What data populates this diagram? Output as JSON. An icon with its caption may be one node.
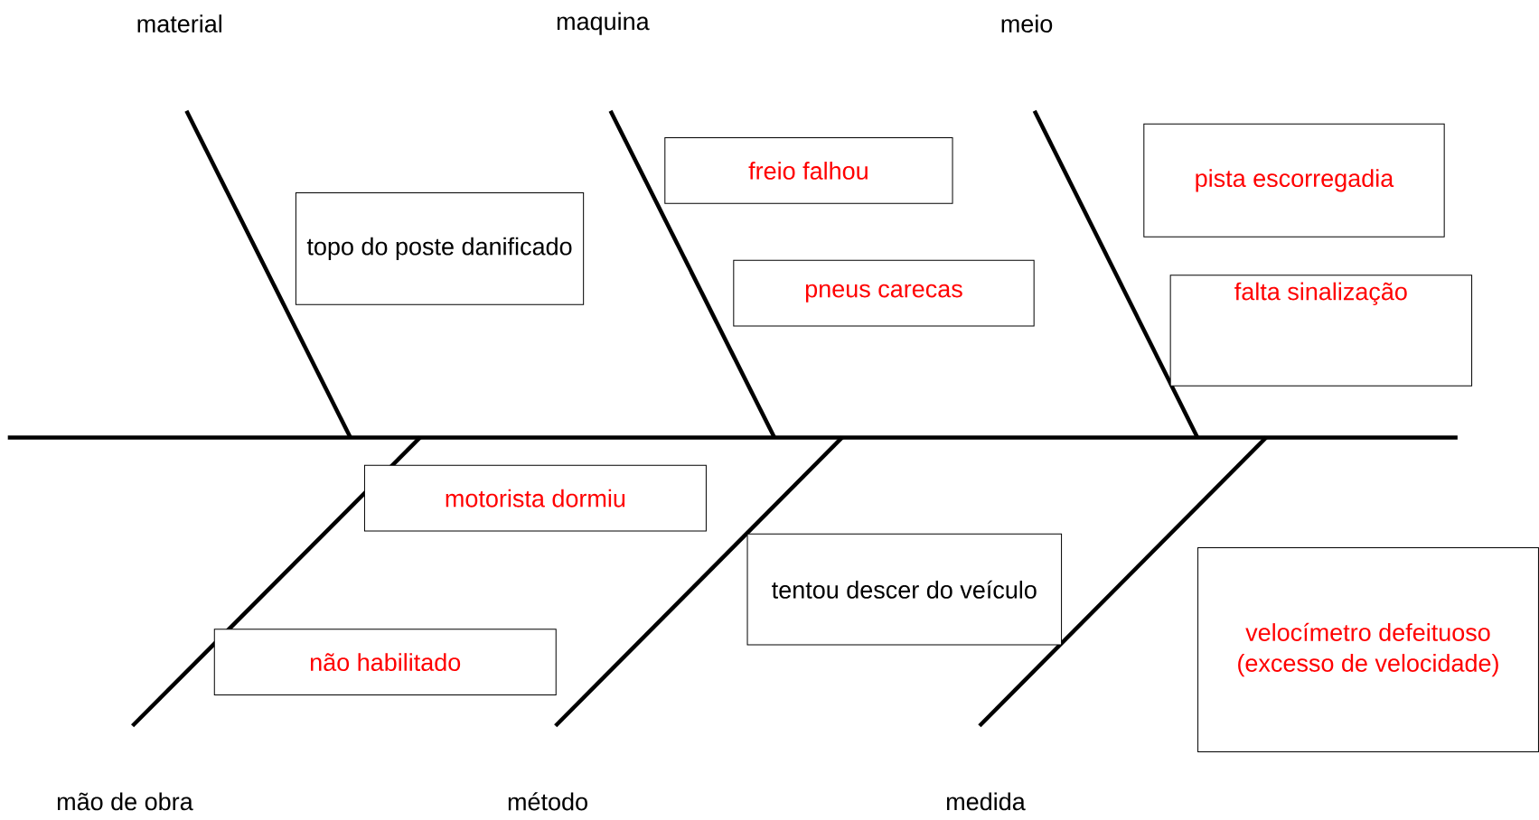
{
  "diagram": {
    "nodes": [
      {
        "text": [
          "topo do poste danificado"
        ]
      },
      {
        "text": [
          "freio falhou"
        ]
      },
      {
        "text": [
          "pneus carecas"
        ]
      },
      {
        "text": [
          "pista escorregadia"
        ]
      },
      {
        "text": [
          "falta sinalização"
        ]
      },
      {
        "text": [
          "motorista dormiu"
        ]
      },
      {
        "text": [
          "não habilitado"
        ]
      },
      {
        "text": [
          "tentou descer do veículo"
        ]
      },
      {
        "text": [
          "velocímetro defeituoso (excesso de velocidade)"
        ]
      }
    ],
    "labels": [
      "material",
      "maquina",
      "meio",
      "mão de obra",
      "método",
      "medida"
    ]
  }
}
